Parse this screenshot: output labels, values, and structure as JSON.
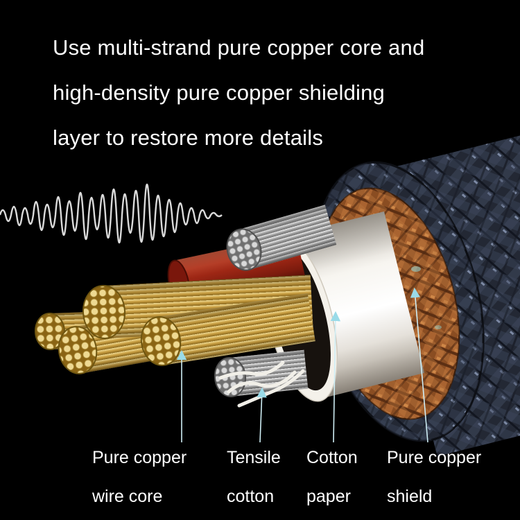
{
  "heading": {
    "lines": [
      "Use multi-strand pure copper core and",
      "high-density pure copper shielding",
      "layer to restore more details"
    ]
  },
  "callouts": [
    {
      "id": "pure-copper-wire-core",
      "line1": "Pure copper",
      "line2": "wire core"
    },
    {
      "id": "tensile-cotton",
      "line1": "Tensile",
      "line2": "cotton"
    },
    {
      "id": "cotton-paper",
      "line1": "Cotton",
      "line2": "paper"
    },
    {
      "id": "pure-copper-shield",
      "line1": "Pure copper",
      "line2": "shield"
    }
  ],
  "colors": {
    "background": "#000000",
    "text": "#ffffff",
    "arrow": "#9adbe8",
    "copper_braid": "#a35c2a",
    "copper_wire_gold": "#d9b45d",
    "inner_sheath_red": "#9e2715",
    "cotton_white": "#f4f1ea",
    "outer_jacket": "#2b3140",
    "silver_strand": "#c9c9c9"
  },
  "graphics": {
    "wave": "sound-wave-graphic",
    "illustration": "cable-cross-section-cutaway"
  }
}
